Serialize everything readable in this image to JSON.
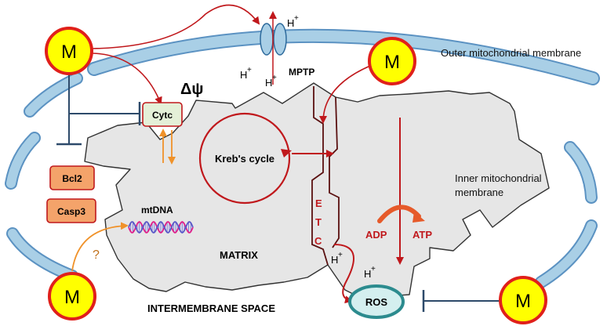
{
  "colors": {
    "membrane_fill": "#a9cfe6",
    "membrane_stroke": "#5b92c2",
    "matrix_fill": "#e6e6e6",
    "matrix_stroke": "#333333",
    "m_fill": "#ffff00",
    "m_stroke": "#e0201b",
    "arrow_red": "#c0181c",
    "arrow_orange": "#f0922a",
    "inhibit_blue": "#2d4a6a",
    "box_orange": "#f4a36a",
    "cytc_fill": "#e4f0d8",
    "ros_fill": "#d4efef",
    "ros_stroke": "#2c8b8e",
    "etc_text": "#c0181c"
  },
  "labels": {
    "outer_membrane": "Outer mitochondrial membrane",
    "inner_membrane_line1": "Inner mitochondrial",
    "inner_membrane_line2": "membrane",
    "intermembrane_space": "INTERMEMBRANE SPACE",
    "matrix": "MATRIX",
    "mptp": "MPTP",
    "delta_psi": "Δψ",
    "krebs": "Kreb's cycle",
    "mtdna": "mtDNA",
    "adp": "ADP",
    "atp": "ATP",
    "etc": [
      "E",
      "T",
      "C"
    ],
    "question": "?",
    "h_plus": "H",
    "plus": "+"
  },
  "boxes": {
    "cytc": "Cytc",
    "bcl2": "Bcl2",
    "casp3": "Casp3",
    "ros": "ROS"
  },
  "m_nodes": [
    "M",
    "M",
    "M",
    "M"
  ]
}
